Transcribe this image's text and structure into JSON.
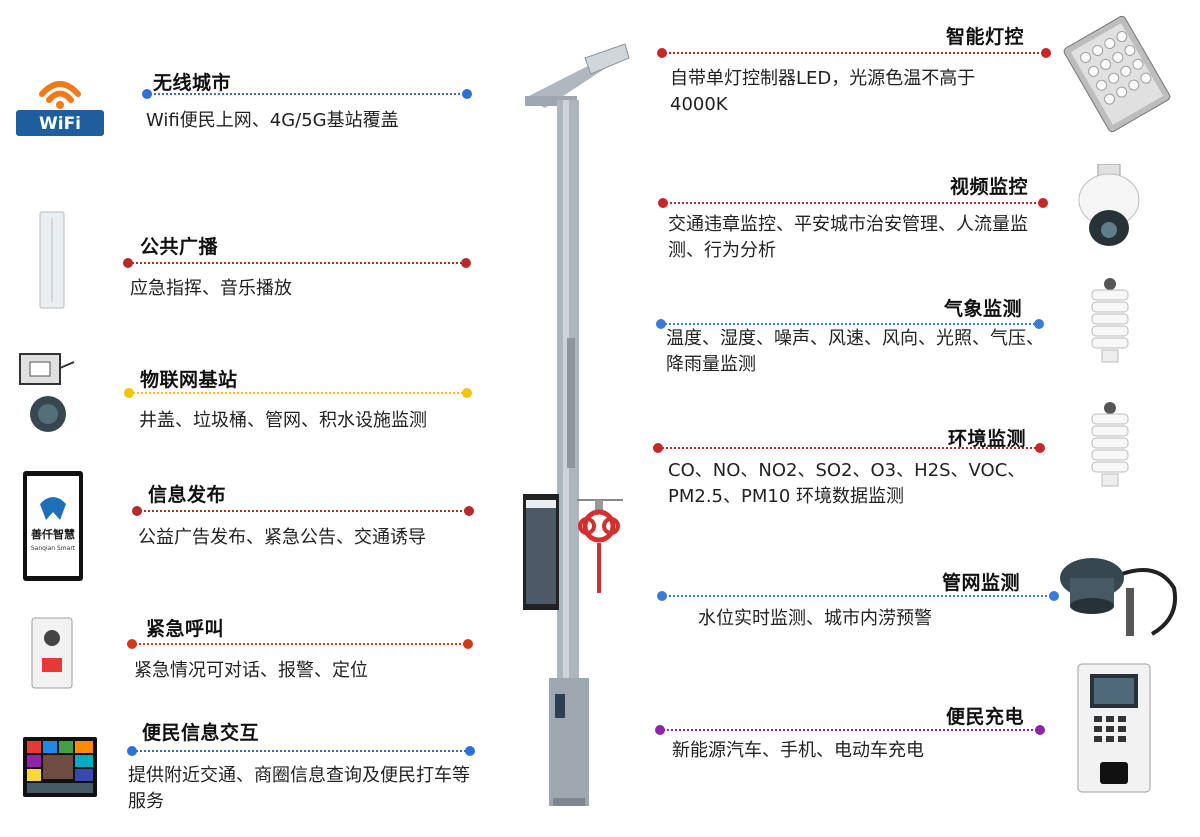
{
  "left": [
    {
      "key": "wifi",
      "title": "无线城市",
      "desc": "Wifi便民上网、4G/5G基站覆盖",
      "color": "#2f6fd6"
    },
    {
      "key": "broadcast",
      "title": "公共广播",
      "desc": "应急指挥、音乐播放",
      "color": "#b52a2a"
    },
    {
      "key": "iot",
      "title": "物联网基站",
      "desc": "井盖、垃圾桶、管网、积水设施监测",
      "color": "#f2c500"
    },
    {
      "key": "info",
      "title": "信息发布",
      "desc": "公益广告发布、紧急公告、交通诱导",
      "color": "#b52a2a"
    },
    {
      "key": "emergency",
      "title": "紧急呼叫",
      "desc": "紧急情况可对话、报警、定位",
      "color": "#d23a1d"
    },
    {
      "key": "interact",
      "title": "便民信息交互",
      "desc": "提供附近交通、商圈信息查询及便民打车等服务",
      "color": "#2f6fd6"
    }
  ],
  "right": [
    {
      "key": "light",
      "title": "智能灯控",
      "desc": "自带单灯控制器LED，光源色温不高于4000K",
      "color": "#c62828"
    },
    {
      "key": "video",
      "title": "视频监控",
      "desc": "交通违章监控、平安城市治安管理、人流量监测、行为分析",
      "color": "#c62828"
    },
    {
      "key": "weather",
      "title": "气象监测",
      "desc": "温度、湿度、噪声、风速、风向、光照、气压、降雨量监测",
      "color": "#3a7bd5"
    },
    {
      "key": "env",
      "title": "环境监测",
      "desc": "CO、NO、NO2、SO2、O3、H2S、VOC、PM2.5、PM10 环境数据监测",
      "color": "#c62828"
    },
    {
      "key": "pipe",
      "title": "管网监测",
      "desc": "水位实时监测、城市内涝预警",
      "color": "#3a7bd5"
    },
    {
      "key": "charge",
      "title": "便民充电",
      "desc": "新能源汽车、手机、电动车充电",
      "color": "#8e24aa"
    }
  ],
  "icons": {
    "wifi_label": "WiFi",
    "logo_name": "善仟智慧",
    "logo_en": "Sanqian Smart"
  }
}
